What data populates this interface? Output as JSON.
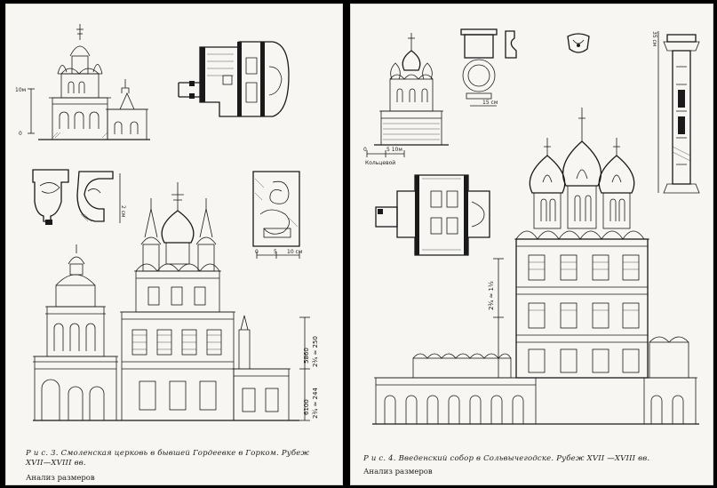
{
  "left_page": {
    "caption_line1": "Р и с. 3. Смоленская церковь в бывшей Гордеевке в Горком. Рубеж",
    "caption_line2": "XVII—XVIII вв.",
    "subcaption": "Анализ размеров",
    "scale_label_10m": "10м",
    "scale_label_0": "0",
    "scale_label_10cm": "10 см",
    "scale_0": "0",
    "scale_5": "5",
    "dim_upper": "5860",
    "dim_upper_formula": "2¾ ≈ 250",
    "dim_lower": "6100",
    "dim_lower_formula": "2¾ ≈ 244",
    "profile_label": "2 см"
  },
  "right_page": {
    "caption": "Р и с. 4. Введенский собор в Сольвычегодске. Рубеж XVII —XVIII вв.",
    "subcaption": "Анализ размеров",
    "scale_label": "5 10м",
    "scale_label_0": "0",
    "scale_word": "Кольцевой",
    "profile_label": "15 см",
    "column_label": "35 см",
    "dim_left": "2¾ ≈ 1½"
  }
}
